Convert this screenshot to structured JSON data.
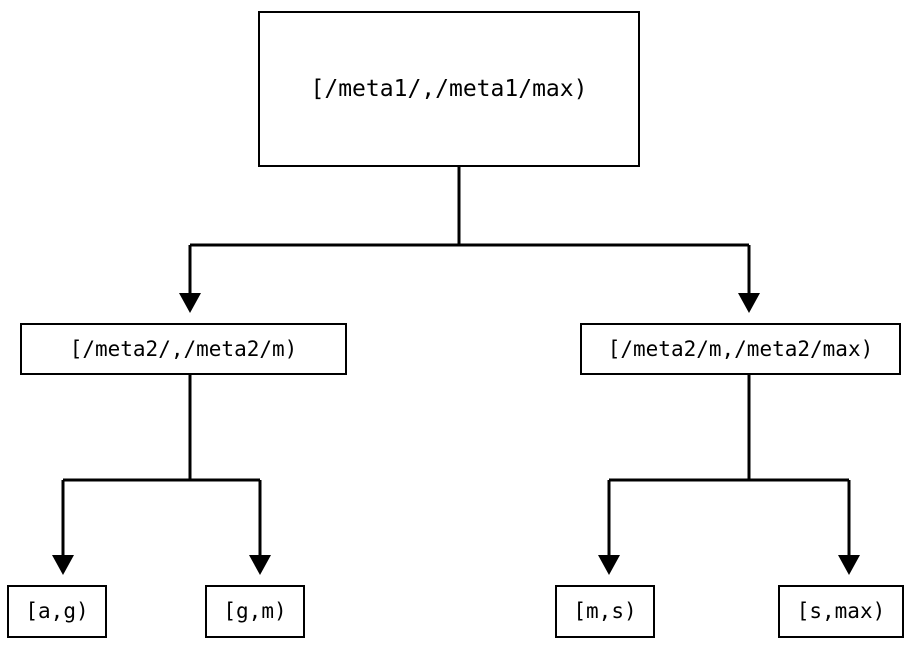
{
  "diagram": {
    "type": "tree",
    "background_color": "#ffffff",
    "line_color": "#000000",
    "text_color": "#000000",
    "nodes": {
      "root": {
        "label": "[/meta1/,/meta1/max)"
      },
      "mid_left": {
        "label": "[/meta2/,/meta2/m)"
      },
      "mid_right": {
        "label": "[/meta2/m,/meta2/max)"
      },
      "leaf_1": {
        "label": "[a,g)"
      },
      "leaf_2": {
        "label": "[g,m)"
      },
      "leaf_3": {
        "label": "[m,s)"
      },
      "leaf_4": {
        "label": "[s,max)"
      }
    },
    "edges": [
      {
        "from": "root",
        "to": "mid_left",
        "arrow": "down-triangle"
      },
      {
        "from": "root",
        "to": "mid_right",
        "arrow": "down-triangle"
      },
      {
        "from": "mid_left",
        "to": "leaf_1",
        "arrow": "down-triangle"
      },
      {
        "from": "mid_left",
        "to": "leaf_2",
        "arrow": "down-triangle"
      },
      {
        "from": "mid_right",
        "to": "leaf_3",
        "arrow": "down-triangle"
      },
      {
        "from": "mid_right",
        "to": "leaf_4",
        "arrow": "down-triangle"
      }
    ]
  }
}
